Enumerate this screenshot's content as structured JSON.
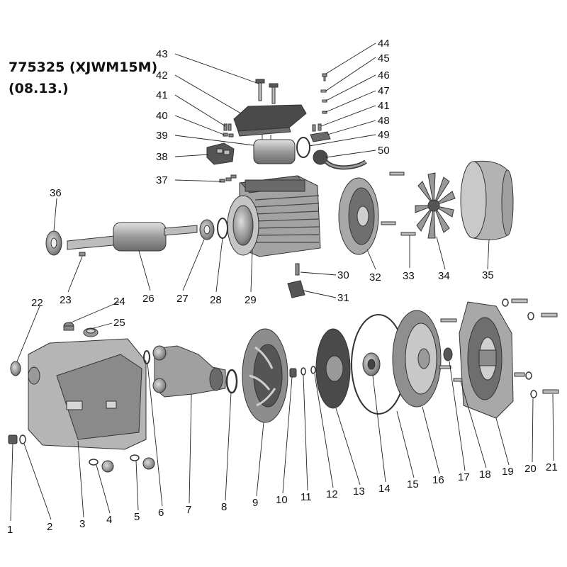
{
  "title": {
    "model": "775325 (XJWM15M)",
    "date": "(08.13.)"
  },
  "labels": [
    {
      "id": "1",
      "text": "1"
    },
    {
      "id": "2",
      "text": "2"
    },
    {
      "id": "3",
      "text": "3"
    },
    {
      "id": "4",
      "text": "4"
    },
    {
      "id": "5",
      "text": "5"
    },
    {
      "id": "6",
      "text": "6"
    },
    {
      "id": "7",
      "text": "7"
    },
    {
      "id": "8",
      "text": "8"
    },
    {
      "id": "9",
      "text": "9"
    },
    {
      "id": "10",
      "text": "10"
    },
    {
      "id": "11",
      "text": "11"
    },
    {
      "id": "12",
      "text": "12"
    },
    {
      "id": "13",
      "text": "13"
    },
    {
      "id": "14",
      "text": "14"
    },
    {
      "id": "15",
      "text": "15"
    },
    {
      "id": "16",
      "text": "16"
    },
    {
      "id": "17",
      "text": "17"
    },
    {
      "id": "18",
      "text": "18"
    },
    {
      "id": "19",
      "text": "19"
    },
    {
      "id": "20",
      "text": "20"
    },
    {
      "id": "21",
      "text": "21"
    },
    {
      "id": "22",
      "text": "22"
    },
    {
      "id": "23",
      "text": "23"
    },
    {
      "id": "24",
      "text": "24"
    },
    {
      "id": "25",
      "text": "25"
    },
    {
      "id": "26",
      "text": "26"
    },
    {
      "id": "27",
      "text": "27"
    },
    {
      "id": "28",
      "text": "28"
    },
    {
      "id": "29",
      "text": "29"
    },
    {
      "id": "30",
      "text": "30"
    },
    {
      "id": "31",
      "text": "31"
    },
    {
      "id": "32",
      "text": "32"
    },
    {
      "id": "33",
      "text": "33"
    },
    {
      "id": "34",
      "text": "34"
    },
    {
      "id": "35",
      "text": "35"
    },
    {
      "id": "36",
      "text": "36"
    },
    {
      "id": "37",
      "text": "37"
    },
    {
      "id": "38",
      "text": "38"
    },
    {
      "id": "39",
      "text": "39"
    },
    {
      "id": "40",
      "text": "40"
    },
    {
      "id": "41a",
      "text": "41"
    },
    {
      "id": "42",
      "text": "42"
    },
    {
      "id": "43",
      "text": "43"
    },
    {
      "id": "44",
      "text": "44"
    },
    {
      "id": "45",
      "text": "45"
    },
    {
      "id": "46",
      "text": "46"
    },
    {
      "id": "47",
      "text": "47"
    },
    {
      "id": "41b",
      "text": "41"
    },
    {
      "id": "48",
      "text": "48"
    },
    {
      "id": "49",
      "text": "49"
    },
    {
      "id": "50",
      "text": "50"
    }
  ]
}
